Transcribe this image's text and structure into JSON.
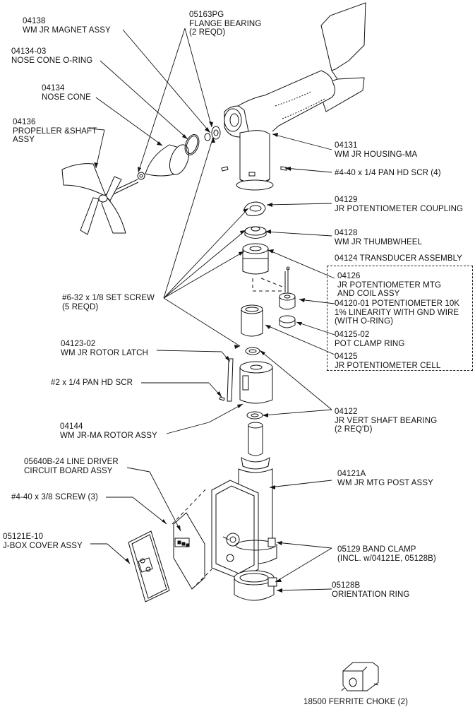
{
  "callouts": {
    "magnet": [
      "04138",
      "WM JR  MAGNET ASSY"
    ],
    "flange": [
      "05163PG",
      "FLANGE BEARING",
      "(2 REQD)"
    ],
    "oring": [
      "04134-03",
      "NOSE CONE O-RING"
    ],
    "nosecone": [
      "04134",
      "NOSE CONE"
    ],
    "propeller": [
      "04136",
      "PROPELLER &SHAFT",
      "ASSY"
    ],
    "housing": [
      "04131",
      "WM JR HOUSING-MA"
    ],
    "housing_screw": [
      "#4-40 x 1/4 PAN HD SCR (4)"
    ],
    "coupling": [
      "04129",
      "JR POTENTIOMETER COUPLING"
    ],
    "thumbwheel": [
      "04128",
      "WM JR THUMBWHEEL"
    ],
    "transducer": [
      "04124 TRANSDUCER ASSEMBLY"
    ],
    "mtg_coil": [
      "04126",
      "JR POTENTIOMETER MTG",
      " AND COIL ASSY"
    ],
    "potentiometer": [
      "04120-01 POTENTIOMETER 10K",
      "1% LINEARITY WITH GND WIRE",
      "(WITH O-RING)"
    ],
    "set_screw": [
      "#6-32 x 1/8 SET SCREW",
      "(5 REQD)"
    ],
    "clamp_ring": [
      "04125-02",
      "POT CLAMP RING"
    ],
    "pot_cell": [
      "04125",
      "JR POTENTIOMETER CELL"
    ],
    "rotor_latch": [
      "04123-02",
      "WM JR ROTOR LATCH"
    ],
    "pan_hd": [
      "#2 x 1/4 PAN HD SCR"
    ],
    "vert_bearing": [
      "04122",
      "JR VERT SHAFT BEARING",
      "(2 REQ'D)"
    ],
    "rotor_assy": [
      "04144",
      "WM JR-MA ROTOR ASSY"
    ],
    "line_driver": [
      "05640B-24 LINE DRIVER",
      "CIRCUIT BOARD ASSY"
    ],
    "mtg_post": [
      "04121A",
      "WM JR MTG POST ASSY"
    ],
    "screw_3": [
      "#4-40 x 3/8 SCREW (3)"
    ],
    "jbox": [
      "05121E-10",
      "J-BOX COVER ASSY"
    ],
    "band_clamp": [
      "05129  BAND CLAMP",
      "(INCL. w/04121E, 05128B)"
    ],
    "orient_ring": [
      "05128B",
      "ORIENTATION RING"
    ],
    "ferrite": [
      "18500 FERRITE CHOKE (2)"
    ]
  }
}
